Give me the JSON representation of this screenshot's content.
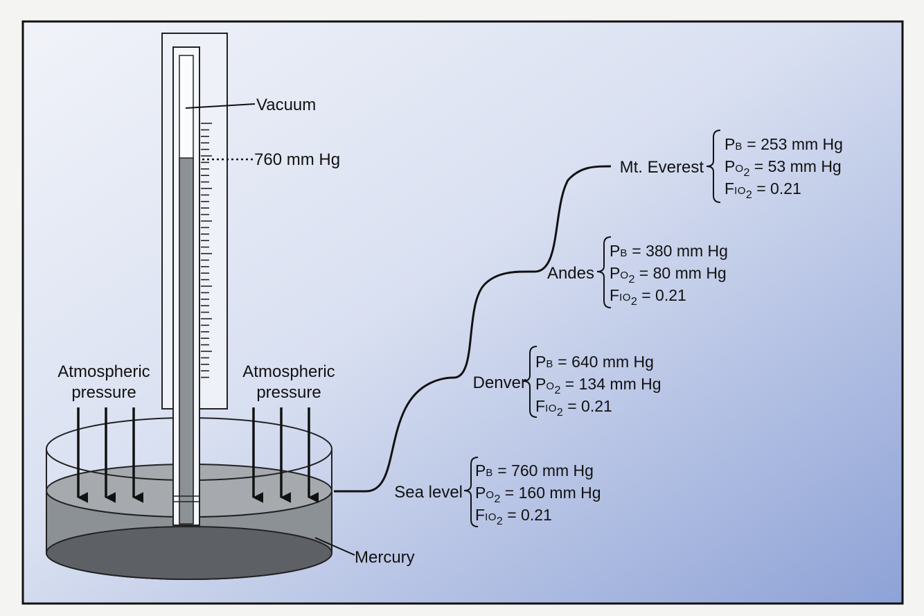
{
  "labels": {
    "vacuum": "Vacuum",
    "column_height": "760 mm Hg",
    "atm_left_line1": "Atmospheric",
    "atm_left_line2": "pressure",
    "atm_right_line1": "Atmospheric",
    "atm_right_line2": "pressure",
    "mercury": "Mercury"
  },
  "locations": [
    {
      "id": "everest",
      "name": "Mt. Everest",
      "pb": "253 mm Hg",
      "po2": "53 mm Hg",
      "fio2": "0.21"
    },
    {
      "id": "andes",
      "name": "Andes",
      "pb": "380 mm Hg",
      "po2": "80 mm Hg",
      "fio2": "0.21"
    },
    {
      "id": "denver",
      "name": "Denver",
      "pb": "640 mm Hg",
      "po2": "134 mm Hg",
      "fio2": "0.21"
    },
    {
      "id": "sealevel",
      "name": "Sea level",
      "pb": "760 mm Hg",
      "po2": "160 mm Hg",
      "fio2": "0.21"
    }
  ],
  "symbols": {
    "pb_main": "P",
    "pb_small": "B",
    "po2_main": "P",
    "po2_small": "O",
    "po2_sub": "2",
    "fio2_main": "F",
    "fio2_small": "IO",
    "fio2_sub": "2",
    "equals": " = "
  },
  "colors": {
    "frame_bg_left": "#eef1f8",
    "frame_bg_right": "#8fa3d6",
    "mercury": "#8d9296",
    "line": "#111111"
  }
}
